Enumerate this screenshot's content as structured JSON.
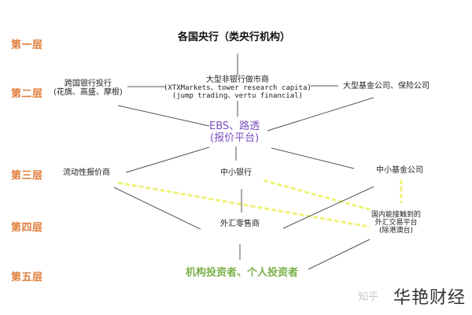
{
  "layers": [
    {
      "label": "第一层"
    },
    {
      "label": "第二层"
    },
    {
      "label": "第三层"
    },
    {
      "label": "第四层"
    },
    {
      "label": "第五层"
    }
  ],
  "nodes": {
    "central_banks": "各国央行（类央行机构）",
    "interbank": {
      "line1": "跨国银行投行",
      "line2": "(花旗、高盛、摩根)"
    },
    "nonbank_mm": {
      "line1": "大型非银行做市商",
      "line2": "(XTXMarkets、tower research capita)",
      "line3": "(jump trading、vertu financial)"
    },
    "large_funds": "大型基金公司、保险公司",
    "platform": {
      "line1": "EBS、路透",
      "line2": "(报价平台)"
    },
    "liquidity_providers": "流动性报价商",
    "small_banks": "中小银行",
    "small_funds": "中小基金公司",
    "retail_fx": "外汇零售商",
    "domestic_platform": {
      "line1": "国内能接触到的",
      "line2": "外汇交易平台",
      "line3": "(除港澳台)"
    },
    "investors": "机构投资者、个人投资者"
  },
  "colors": {
    "layer_label": "#e07c3a",
    "platform": "#7b4fc0",
    "investors": "#7ab04a",
    "highlight_line": "#eef27a",
    "connector": "#555555"
  },
  "watermark": {
    "source": "知乎",
    "brand": "华艳财经"
  }
}
